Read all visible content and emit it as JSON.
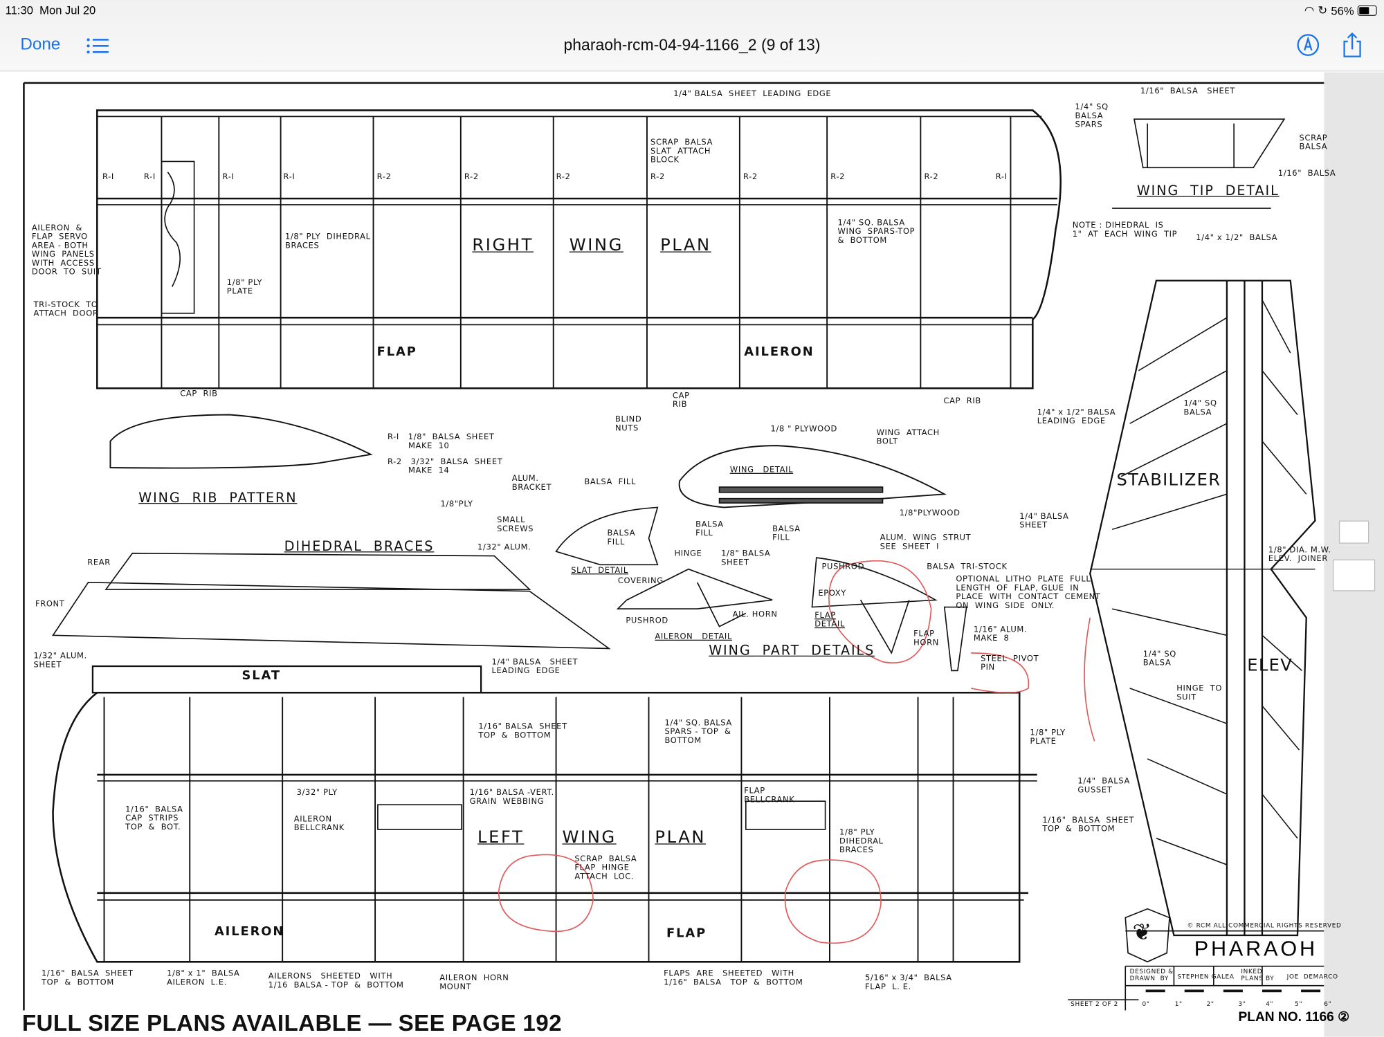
{
  "status_bar": {
    "time": "11:30",
    "date": "Mon Jul 20",
    "battery": "56%"
  },
  "toolbar": {
    "done_label": "Done",
    "title": "pharaoh-rcm-04-94-1166_2 (9 of 13)"
  },
  "icons": {
    "list": "list-icon",
    "markup": "markup-pen-icon",
    "share": "share-icon"
  },
  "accent_color": "#1a73e8",
  "footer": {
    "banner": "FULL SIZE PLANS AVAILABLE — SEE PAGE 192",
    "plan_no": "PLAN NO.  1166 ②"
  },
  "title_block": {
    "copyright": "© RCM ALL COMMERCIAL RIGHTS RESERVED",
    "name": "PHARAOH",
    "designed_label": "DESIGNED &\nDRAWN  BY",
    "designer": "STEPHEN GALEA",
    "inked_label": "INKED\nPLANS BY",
    "inker": "JOE  DEMARCO",
    "sheet": "SHEET 2 OF 2",
    "scale": [
      "0\"",
      "1\"",
      "2\"",
      "3\"",
      "4\"",
      "5\"",
      "6\""
    ]
  },
  "headings": {
    "right_wing": [
      "RIGHT",
      "WING",
      "PLAN"
    ],
    "left_wing": [
      "LEFT",
      "WING",
      "PLAN"
    ],
    "flap_top": "FLAP",
    "aileron_top": "AILERON",
    "slat": "SLAT",
    "aileron_bottom": "AILERON",
    "flap_bottom": "FLAP",
    "wing_tip_detail": "WING  TIP  DETAIL",
    "wing_rib_pattern": "WING  RIB  PATTERN",
    "dihedral_braces": "DIHEDRAL  BRACES",
    "wing_part_details": "WING  PART  DETAILS",
    "stabilizer": "STABILIZER",
    "elev": "ELEV"
  },
  "rib_labels": [
    "R-I",
    "R-I",
    "R-I",
    "R-I",
    "R-2",
    "R-2",
    "R-2",
    "R-2",
    "R-2",
    "R-2",
    "R-2",
    "R-I"
  ],
  "labels": [
    "1/4\" BALSA  SHEET  LEADING  EDGE",
    "SCRAP  BALSA\nSLAT  ATTACH\nBLOCK",
    "AILERON  &\nFLAP  SERVO\nAREA - BOTH\nWING  PANELS\nWITH  ACCESS\nDOOR  TO  SUIT",
    "TRI-STOCK  TO\nATTACH  DOOR",
    "1/8\" PLY  DIHEDRAL\nBRACES",
    "1/8\" PLY\nPLATE",
    "1/4\" SQ. BALSA\nWING  SPARS-TOP\n&  BOTTOM",
    "CAP  RIB",
    "CAP\nRIB",
    "CAP  RIB",
    "1/16\"  BALSA   SHEET",
    "1/4\" SQ\nBALSA\nSPARS",
    "SCRAP\nBALSA",
    "1/16\"  BALSA",
    "NOTE : DIHEDRAL  IS\n1\"  AT  EACH  WING  TIP",
    "1/4\" x 1/2\"  BALSA",
    "R-I   1/8\"  BALSA  SHEET\n       MAKE  10",
    "R-2   3/32\"  BALSA  SHEET\n       MAKE  14",
    "BLIND\nNUTS",
    "1/8 \" PLYWOOD",
    "WING  ATTACH\nBOLT",
    "WING   DETAIL",
    "BALSA  FILL",
    "ALUM.\nBRACKET",
    "1/8\"PLY",
    "SMALL\nSCREWS",
    "1/32\" ALUM.",
    "BALSA\nFILL",
    "SLAT  DETAIL",
    "BALSA\nFILL",
    "BALSA\nFILL",
    "1/8\"PLYWOOD",
    "ALUM.  WING  STRUT\nSEE  SHEET  I",
    "HINGE",
    "1/8\" BALSA\nSHEET",
    "COVERING",
    "AIL. HORN",
    "PUSHROD",
    "AILERON   DETAIL",
    "PUSHROD",
    "EPOXY",
    "BALSA  TRI-STOCK",
    "OPTIONAL  LITHO  PLATE  FULL\nLENGTH  OF  FLAP, GLUE  IN\nPLACE  WITH  CONTACT  CEMENT\nON  WING  SIDE  ONLY.",
    "FLAP\nDETAIL",
    "FLAP\nHORN",
    "1/16\" ALUM.\nMAKE  8",
    "STEEL  PIVOT\nPIN",
    "REAR",
    "FRONT",
    "1/32\" ALUM.\nSHEET",
    "1/4\" BALSA   SHEET\nLEADING  EDGE",
    "1/16\" BALSA  SHEET\nTOP  &  BOTTOM",
    "1/4\" SQ. BALSA\nSPARS - TOP  &\nBOTTOM",
    "1/8\" PLY\nPLATE",
    "3/32\" PLY",
    "1/16\"  BALSA\nCAP  STRIPS\nTOP  &  BOT.",
    "AILERON\nBELLCRANK",
    "1/16\" BALSA -VERT.\nGRAIN  WEBBING",
    "FLAP\nBELLCRANK",
    "1/8\" PLY\nDIHEDRAL\nBRACES",
    "SCRAP  BALSA\nFLAP  HINGE\nATTACH  LOC.",
    "1/4\"  BALSA\nGUSSET",
    "1/16\"  BALSA  SHEET\nTOP  &  BOTTOM",
    "1/16\"  BALSA  SHEET\nTOP  &  BOTTOM",
    "1/8\" x 1\"  BALSA\nAILERON  L.E.",
    "AILERONS   SHEETED   WITH\n1/16  BALSA - TOP  &  BOTTOM",
    "AILERON  HORN\nMOUNT",
    "FLAPS  ARE   SHEETED   WITH\n1/16\"  BALSA   TOP  &  BOTTOM",
    "5/16\" x 3/4\"  BALSA\nFLAP  L. E.",
    "1/4\" x 1/2\" BALSA\nLEADING  EDGE",
    "1/4\" SQ\nBALSA",
    "1/4\" BALSA\nSHEET",
    "1/8\" DIA. M.W.\nELEV.  JOINER",
    "1/4\" SQ\nBALSA",
    "HINGE  TO\nSUIT"
  ]
}
